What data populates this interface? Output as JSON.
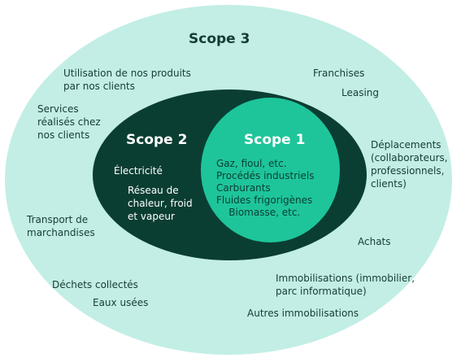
{
  "scopes": {
    "scope3": {
      "title": "Scope 3",
      "items": [
        "Utilisation de nos produits\npar nos clients",
        "Services\nréalisés chez\nnos clients",
        "Transport de\nmarchandises",
        "Déchets collectés",
        "Eaux usées",
        "Franchises",
        "Leasing",
        "Déplacements\n(collaborateurs,\nprofessionnels,\nclients)",
        "Achats",
        "Immobilisations (immobilier,\nparc informatique)",
        "Autres immobilisations"
      ]
    },
    "scope2": {
      "title": "Scope 2",
      "items": [
        "Électricité",
        "Réseau de\nchaleur, froid\net vapeur"
      ]
    },
    "scope1": {
      "title": "Scope 1",
      "items": "Gaz, fioul, etc.\nProcédés industriels\nCarburants\nFluides frigorigènes\n    Biomasse, etc."
    }
  },
  "colors": {
    "scope3_fill": "#c2eee5",
    "scope2_fill": "#0b3e33",
    "scope1_fill": "#1ec59a",
    "text_dark": "#153d35",
    "text_light": "#ffffff"
  }
}
